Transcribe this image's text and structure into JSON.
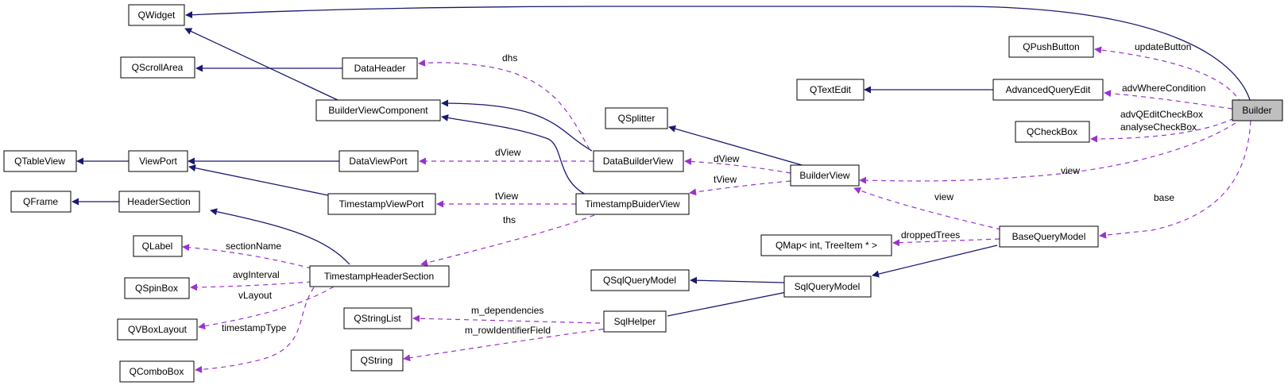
{
  "colors": {
    "inheritance": "#191970",
    "usage": "#9a32cd",
    "selected_fill": "#bfbfbf"
  },
  "nodes": {
    "QWidget": "QWidget",
    "QScrollArea": "QScrollArea",
    "QTableView": "QTableView",
    "QFrame": "QFrame",
    "QLabel": "QLabel",
    "QSpinBox": "QSpinBox",
    "QVBoxLayout": "QVBoxLayout",
    "QComboBox": "QComboBox",
    "DataHeader": "DataHeader",
    "BuilderViewComponent": "BuilderViewComponent",
    "ViewPort": "ViewPort",
    "HeaderSection": "HeaderSection",
    "DataViewPort": "DataViewPort",
    "TimestampViewPort": "TimestampViewPort",
    "TimestampHeaderSection": "TimestampHeaderSection",
    "QSplitter": "QSplitter",
    "DataBuilderView": "DataBuilderView",
    "TimestampBuiderView": "TimestampBuiderView",
    "BuilderView": "BuilderView",
    "QTextEdit": "QTextEdit",
    "QPushButton": "QPushButton",
    "AdvancedQueryEdit": "AdvancedQueryEdit",
    "QCheckBox": "QCheckBox",
    "QMap": "QMap< int, TreeItem * >",
    "BaseQueryModel": "BaseQueryModel",
    "QSqlQueryModel": "QSqlQueryModel",
    "SqlQueryModel": "SqlQueryModel",
    "QStringList": "QStringList",
    "SqlHelper": "SqlHelper",
    "QString": "QString",
    "Builder": "Builder"
  },
  "edge_labels": {
    "dhs": "dhs",
    "dView_dvp": "dView",
    "tView_tvp": "tView",
    "ths": "ths",
    "dView_bv": "dView",
    "tView_bv": "tView",
    "view_builder": "view",
    "view_bqm": "view",
    "base": "base",
    "droppedTrees": "droppedTrees",
    "updateButton": "updateButton",
    "advWhereCondition": "advWhereCondition",
    "advQEditCheckBox": "advQEditCheckBox",
    "analyseCheckBox": "analyseCheckBox",
    "sectionName": "sectionName",
    "avgInterval": "avgInterval",
    "vLayout": "vLayout",
    "timestampType": "timestampType",
    "m_dependencies": "m_dependencies",
    "m_rowIdentifierField": "m_rowIdentifierField"
  }
}
